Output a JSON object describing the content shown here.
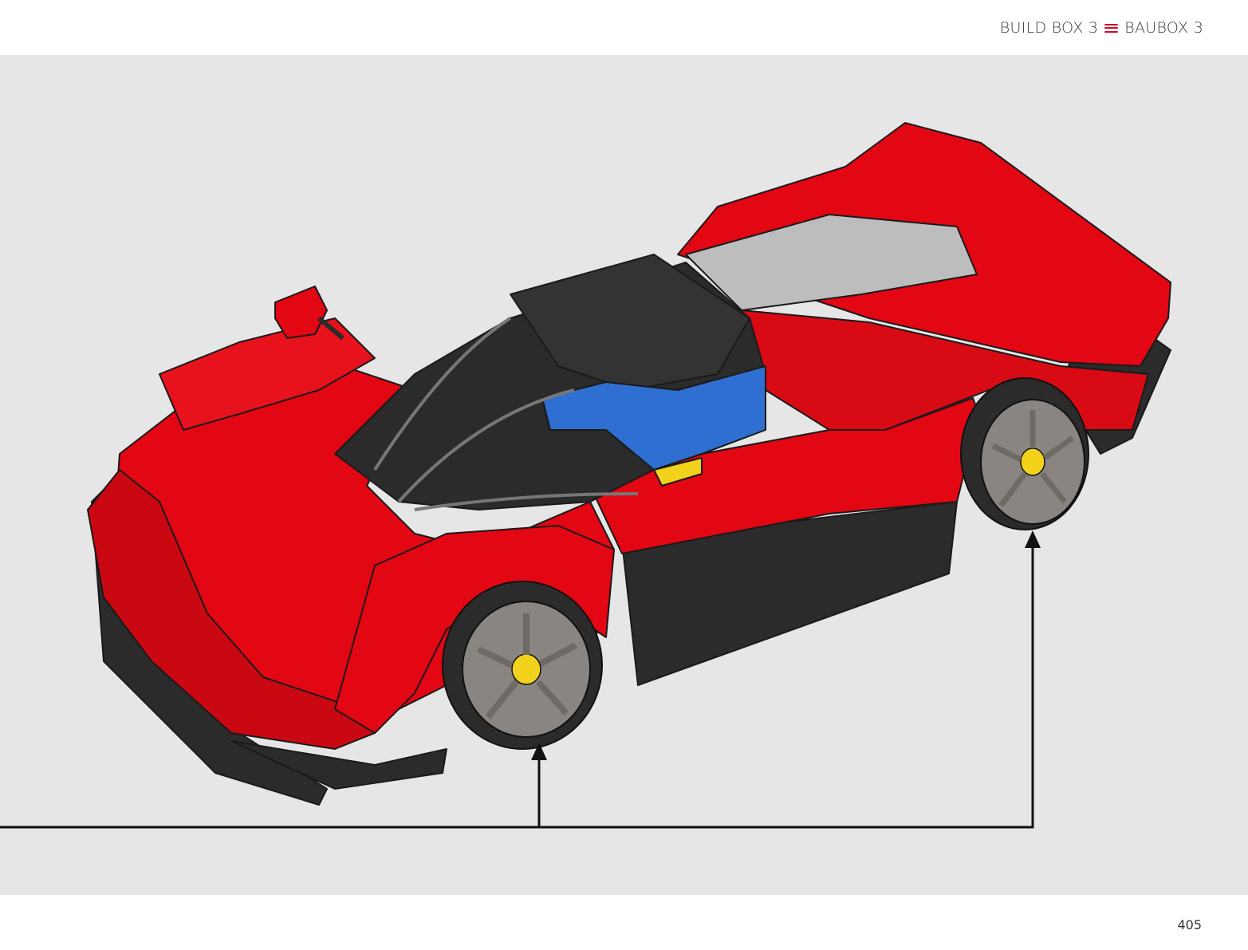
{
  "header": {
    "build_box": "BUILD BOX 3",
    "baubox": "BAUBOX 3",
    "accent_color": "#c8102e"
  },
  "illustration": {
    "subject": "red-supercar-model",
    "body_color": "#e30613",
    "frame_color": "#2b2b2b",
    "engine_color": "#bdbdbd",
    "seat_color": "#2f6fd1",
    "wheel_color": "#8a8580",
    "callout_icons": [
      "arrow-up-icon",
      "arrow-up-icon"
    ]
  },
  "footer": {
    "page_number": "405"
  }
}
